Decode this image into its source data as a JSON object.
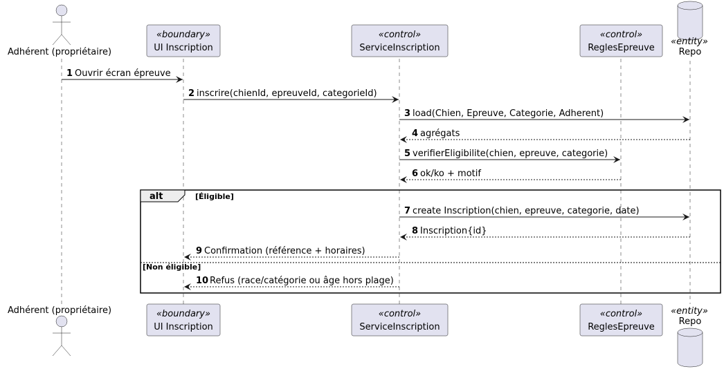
{
  "participants": [
    {
      "id": "adherent",
      "kind": "actor",
      "label": "Adhérent (propriétaire)",
      "stereotype": ""
    },
    {
      "id": "ui",
      "kind": "boundary",
      "label": "UI Inscription",
      "stereotype": "«boundary»"
    },
    {
      "id": "service",
      "kind": "control",
      "label": "ServiceInscription",
      "stereotype": "«control»"
    },
    {
      "id": "regles",
      "kind": "control",
      "label": "ReglesEpreuve",
      "stereotype": "«control»"
    },
    {
      "id": "repo",
      "kind": "database",
      "label": "Repo",
      "stereotype": "«entity»"
    }
  ],
  "messages": [
    {
      "num": "1",
      "text": "Ouvrir écran épreuve",
      "from": "adherent",
      "to": "ui",
      "style": "solid"
    },
    {
      "num": "2",
      "text": "inscrire(chienId, epreuveId, categorieId)",
      "from": "ui",
      "to": "service",
      "style": "solid"
    },
    {
      "num": "3",
      "text": "load(Chien, Epreuve, Categorie, Adherent)",
      "from": "service",
      "to": "repo",
      "style": "solid"
    },
    {
      "num": "4",
      "text": "agrégats",
      "from": "repo",
      "to": "service",
      "style": "dashed"
    },
    {
      "num": "5",
      "text": "verifierEligibilite(chien, epreuve, categorie)",
      "from": "service",
      "to": "regles",
      "style": "solid"
    },
    {
      "num": "6",
      "text": "ok/ko + motif",
      "from": "regles",
      "to": "service",
      "style": "dashed"
    },
    {
      "num": "7",
      "text": "create Inscription(chien, epreuve, categorie, date)",
      "from": "service",
      "to": "repo",
      "style": "solid"
    },
    {
      "num": "8",
      "text": "Inscription{id}",
      "from": "repo",
      "to": "service",
      "style": "dashed"
    },
    {
      "num": "9",
      "text": "Confirmation (référence + horaires)",
      "from": "service",
      "to": "ui",
      "style": "dashed"
    },
    {
      "num": "10",
      "text": "Refus (race/catégorie ou âge hors plage)",
      "from": "service",
      "to": "ui",
      "style": "dashed"
    }
  ],
  "fragment": {
    "keyword": "alt",
    "condition_1": "[Éligible]",
    "condition_2": "[Non éligible]"
  },
  "colors": {
    "participant_fill": "#E2E2F0",
    "stroke": "#181818",
    "fragment_tab_fill": "#EEEEEE"
  }
}
